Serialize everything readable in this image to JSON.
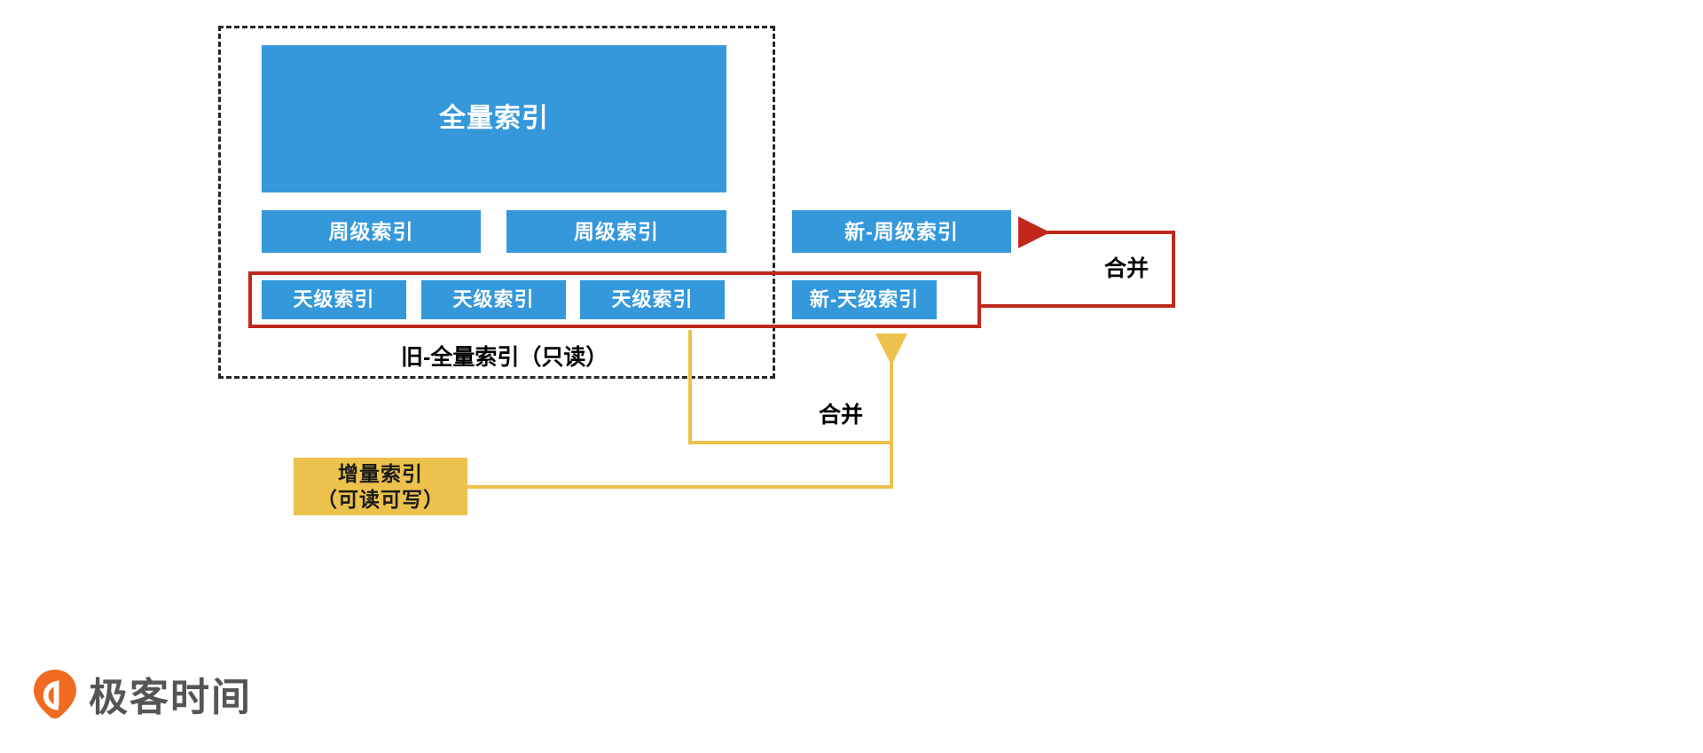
{
  "diagram": {
    "title_hidden": "",
    "colors": {
      "blue": "#3498db",
      "yellow": "#ecc24c",
      "red": "#c0281c",
      "dashed": "#262626",
      "logo_orange": "#f16a21",
      "logo_text": "#555555"
    },
    "old_index_group": {
      "caption": "旧-全量索引（只读）",
      "full_index": {
        "label": "全量索引"
      },
      "weekly_indexes": [
        {
          "label": "周级索引"
        },
        {
          "label": "周级索引"
        }
      ],
      "daily_indexes": [
        {
          "label": "天级索引"
        },
        {
          "label": "天级索引"
        },
        {
          "label": "天级索引"
        }
      ]
    },
    "new_indexes": {
      "weekly": {
        "label": "新-周级索引"
      },
      "daily": {
        "label": "新-天级索引"
      }
    },
    "incremental_index": {
      "label": "增量索引\n（可读可写）"
    },
    "arrows": [
      {
        "id": "merge-daily-to-weekly",
        "label": "合并",
        "color": "#c0281c"
      },
      {
        "id": "merge-incremental-to-daily",
        "label": "合并",
        "color": "#ecc24c"
      }
    ]
  },
  "branding": {
    "logo_text": "极客时间",
    "logo_icon": "geektime-pin-logo"
  }
}
